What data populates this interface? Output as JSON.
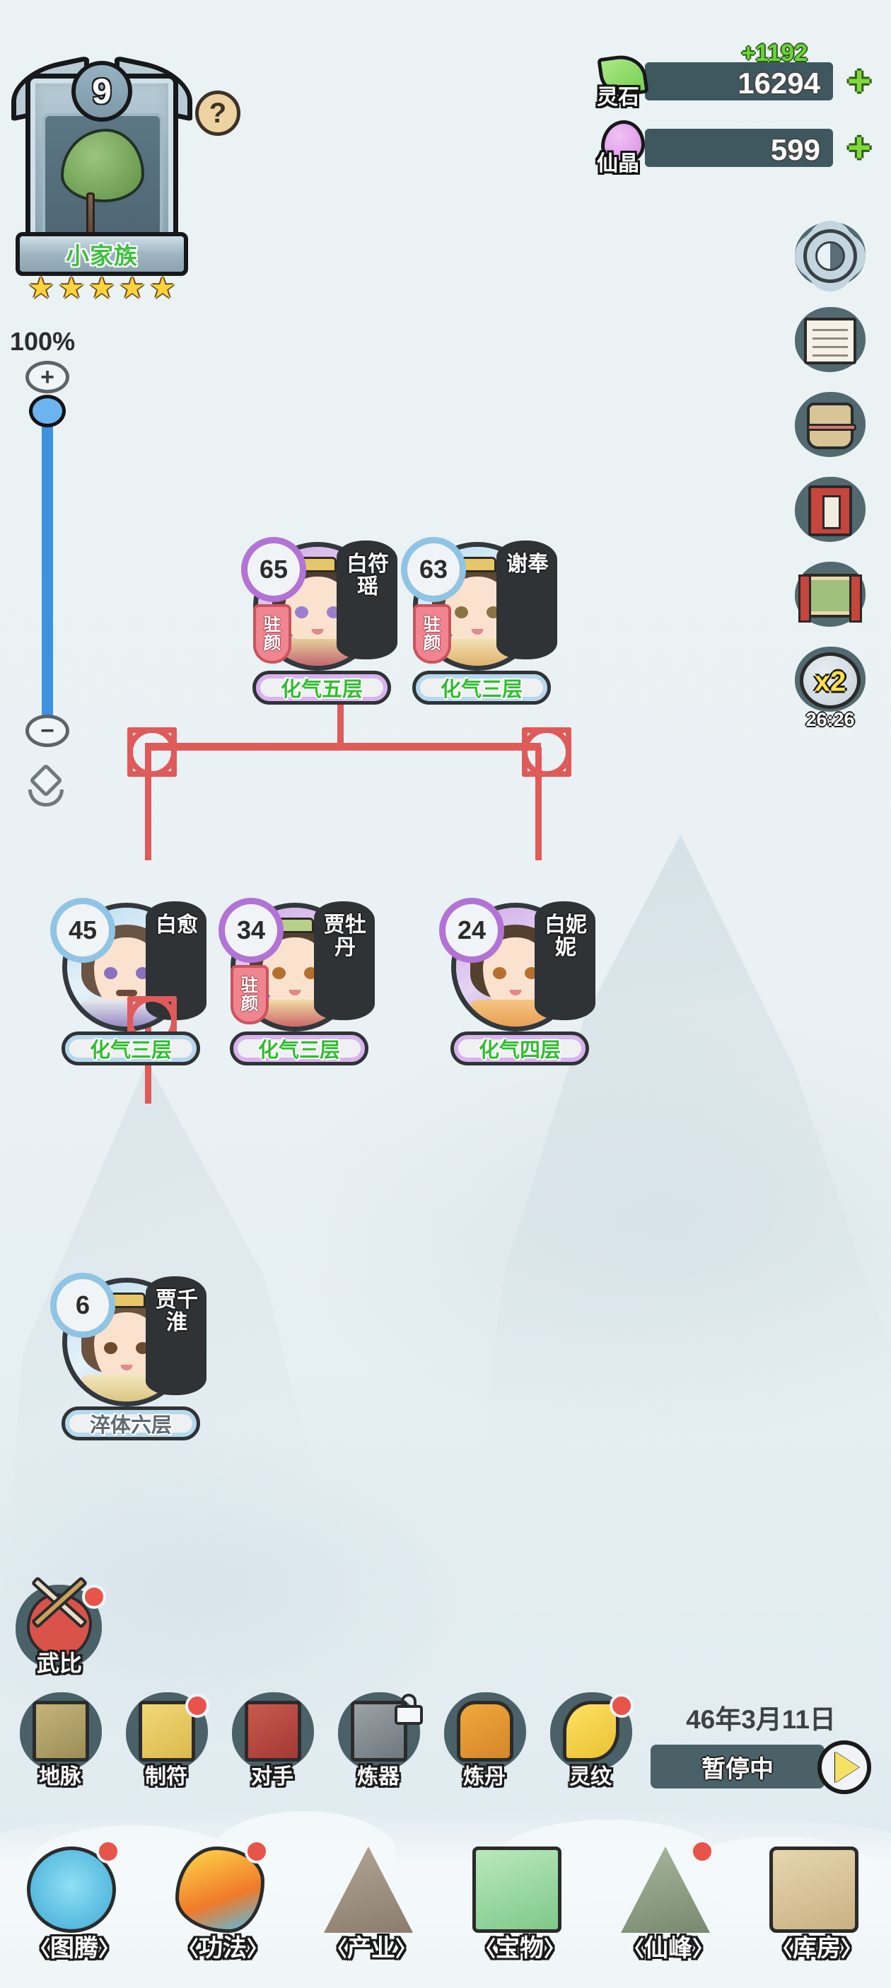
{
  "crest": {
    "level": "9",
    "family_name": "小家族",
    "stars": 5,
    "star_glyph": "★",
    "help_icon": "question-mark-icon",
    "help_label": "?"
  },
  "zoom_panel": {
    "percent_label": "100%",
    "plus_label": "+",
    "minus_label": "−",
    "recenter_icon": "recenter-icon"
  },
  "resources": [
    {
      "icon": "spirit-stone-leaf-icon",
      "label": "灵石",
      "value": "16294",
      "gain": "+1192",
      "add_label": "+"
    },
    {
      "icon": "immortal-crystal-icon",
      "label": "仙晶",
      "value": "599",
      "gain": "",
      "add_label": "+"
    }
  ],
  "side_icons": [
    {
      "icon": "settings-gear-icon",
      "name": "settings"
    },
    {
      "icon": "records-book-icon",
      "name": "records"
    },
    {
      "icon": "scroll-sack-icon",
      "name": "inventory-bag"
    },
    {
      "icon": "red-book-icon",
      "name": "manual"
    },
    {
      "icon": "plaque-icon",
      "name": "plaque"
    },
    {
      "icon": "speed-x2-icon",
      "name": "speed-boost",
      "multiplier": "x2",
      "timer": "26:26"
    }
  ],
  "family_tree": {
    "generations": [
      {
        "row": "grandparents",
        "members": [
          {
            "age": "65",
            "name": "白符瑶",
            "rank": "化气五层",
            "buff": "驻颜",
            "theme": "purple",
            "gender": "female"
          },
          {
            "age": "63",
            "name": "谢奉",
            "rank": "化气三层",
            "buff": "驻颜",
            "theme": "blue",
            "gender": "female"
          }
        ]
      },
      {
        "row": "children",
        "members": [
          {
            "age": "45",
            "name": "白愈",
            "rank": "化气三层",
            "buff": "",
            "theme": "blue",
            "gender": "male"
          },
          {
            "age": "34",
            "name": "贾牡丹",
            "rank": "化气三层",
            "buff": "驻颜",
            "theme": "purple",
            "gender": "female"
          },
          {
            "age": "24",
            "name": "白妮妮",
            "rank": "化气四层",
            "buff": "",
            "theme": "purple",
            "gender": "female"
          }
        ]
      },
      {
        "row": "grandchildren",
        "members": [
          {
            "age": "6",
            "name": "贾千淮",
            "rank": "淬体六层",
            "buff": "",
            "theme": "blue",
            "gender": "female"
          }
        ]
      }
    ]
  },
  "martial_button": {
    "icon": "crossed-weapons-icon",
    "label": "武比",
    "has_notification": true
  },
  "tool_row": [
    {
      "icon": "ley-line-map-icon",
      "label": "地脉",
      "notification": false,
      "locked": false
    },
    {
      "icon": "talisman-icon",
      "label": "制符",
      "notification": true,
      "locked": false
    },
    {
      "icon": "rival-gate-icon",
      "label": "对手",
      "notification": false,
      "locked": false
    },
    {
      "icon": "forging-book-icon",
      "label": "炼器",
      "notification": false,
      "locked": true
    },
    {
      "icon": "alchemy-furnace-icon",
      "label": "炼丹",
      "notification": false,
      "locked": false
    },
    {
      "icon": "spirit-rune-icon",
      "label": "灵纹",
      "notification": true,
      "locked": false
    }
  ],
  "clock": {
    "date": "46年3月11日",
    "state_label": "暂停中",
    "play_icon": "play-icon"
  },
  "bottom_nav": [
    {
      "icon": "totem-portal-icon",
      "label": "图腾",
      "notification": true
    },
    {
      "icon": "flame-technique-icon",
      "label": "功法",
      "notification": true
    },
    {
      "icon": "industry-rock-icon",
      "label": "产业",
      "notification": false
    },
    {
      "icon": "treasure-jade-icon",
      "label": "宝物",
      "notification": false
    },
    {
      "icon": "immortal-peak-icon",
      "label": "仙峰",
      "notification": true
    },
    {
      "icon": "warehouse-icon",
      "label": "库房",
      "notification": false
    }
  ],
  "colors": {
    "accent_red": "#e05a5a",
    "rank_green": "#2fbd2f",
    "resource_bar": "#3f585f",
    "gain_green": "#6cd43b",
    "slider_blue": "#3d92e0"
  }
}
